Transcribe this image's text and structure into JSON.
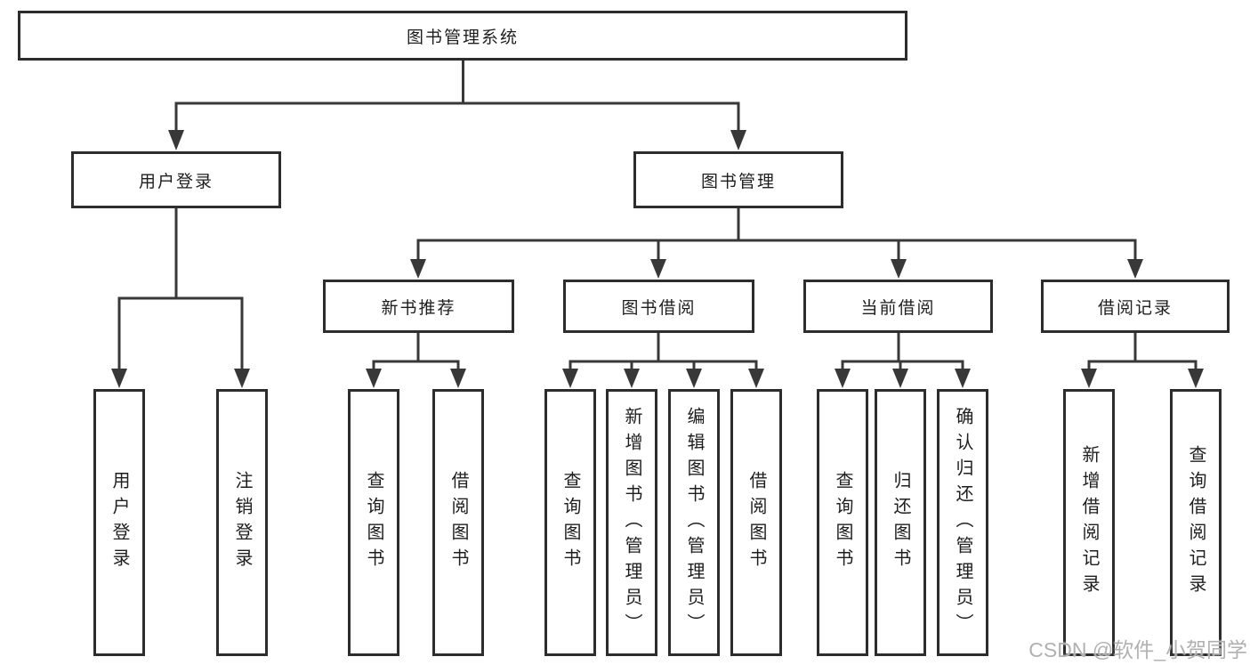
{
  "nodes": {
    "root": "图书管理系统",
    "level2": [
      "用户登录",
      "图书管理"
    ],
    "level3": [
      "新书推荐",
      "图书借阅",
      "当前借阅",
      "借阅记录"
    ]
  },
  "leaves": {
    "user_login": [
      "用户登录",
      "注销登录"
    ],
    "new_book_recommend": [
      "查询图书",
      "借阅图书"
    ],
    "book_borrow": [
      "查询图书",
      "新增图书（管理员）",
      "编辑图书（管理员）",
      "借阅图书"
    ],
    "current_borrow": [
      "查询图书",
      "归还图书",
      "确认归还（管理员）"
    ],
    "borrow_records": [
      "新增借阅记录",
      "查询借阅记录"
    ]
  },
  "watermark": "CSDN @软件_小贺同学",
  "colors": {
    "line": "#383838",
    "box_border": "#2d2d2d",
    "text": "#1e1e1e",
    "watermark": "#b0b0b0",
    "background": "#ffffff"
  }
}
